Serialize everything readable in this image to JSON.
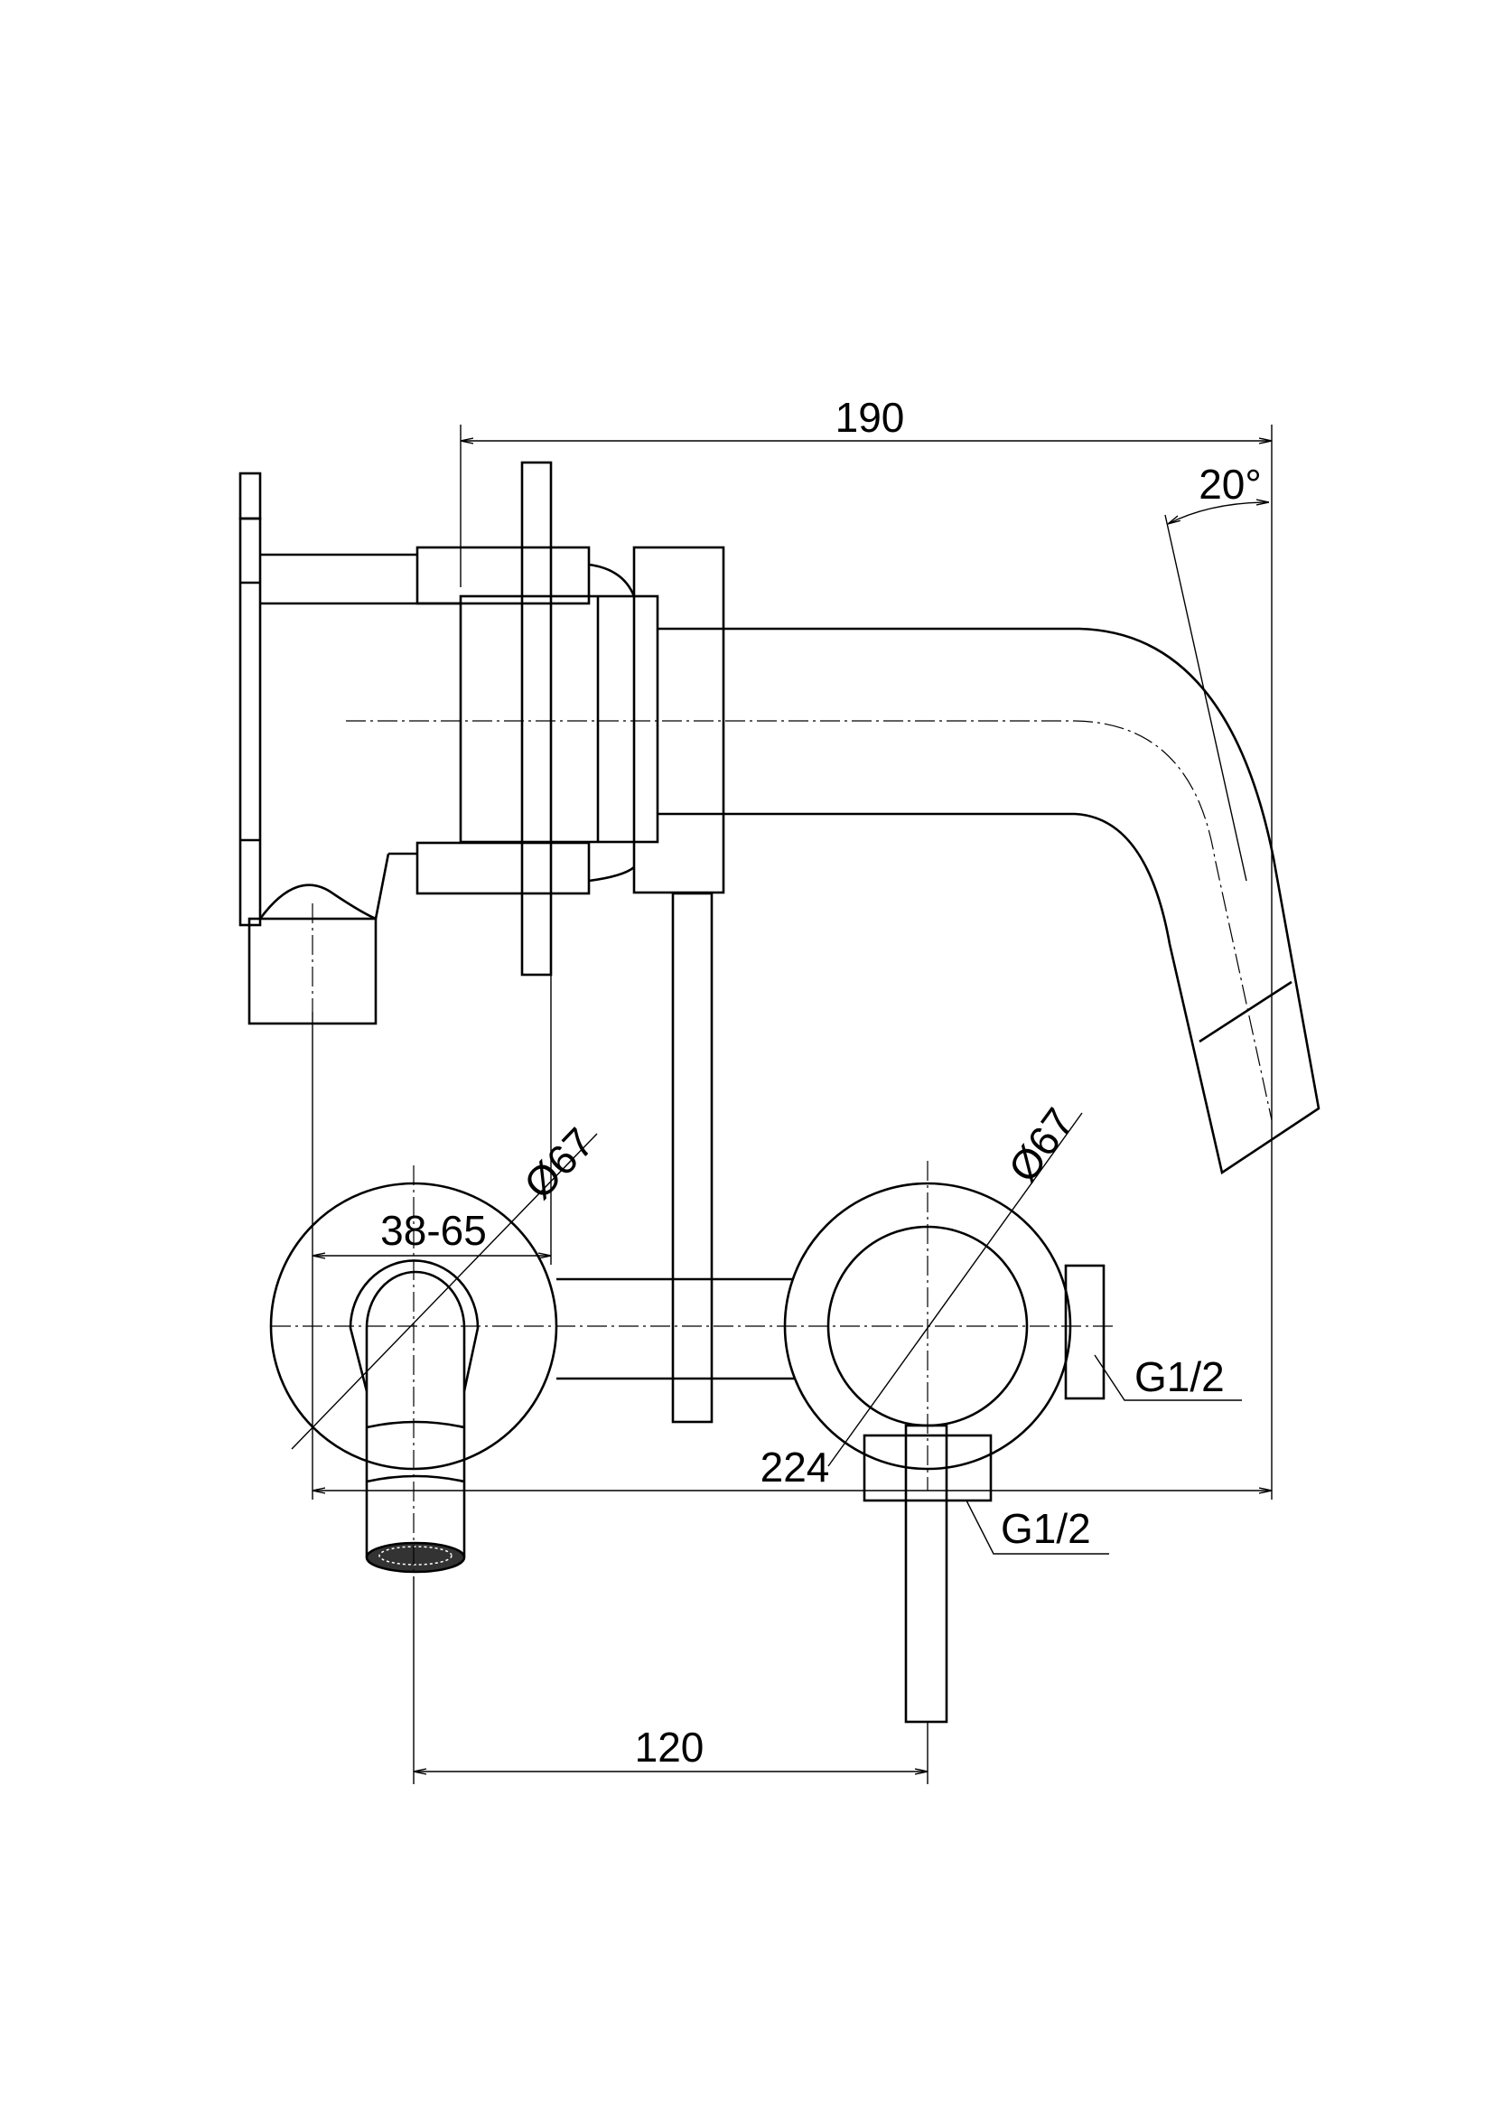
{
  "side_view": {
    "dim_total_depth": "190",
    "dim_overall_length": "224",
    "dim_wall_depth": "38-65",
    "dim_spout_angle": "20°"
  },
  "front_view": {
    "dim_spout_plate_diameter": "Ø67",
    "dim_mixer_plate_diameter": "Ø67",
    "dim_centre_distance": "120",
    "connection_side": "G1/2",
    "connection_bottom": "G1/2"
  }
}
